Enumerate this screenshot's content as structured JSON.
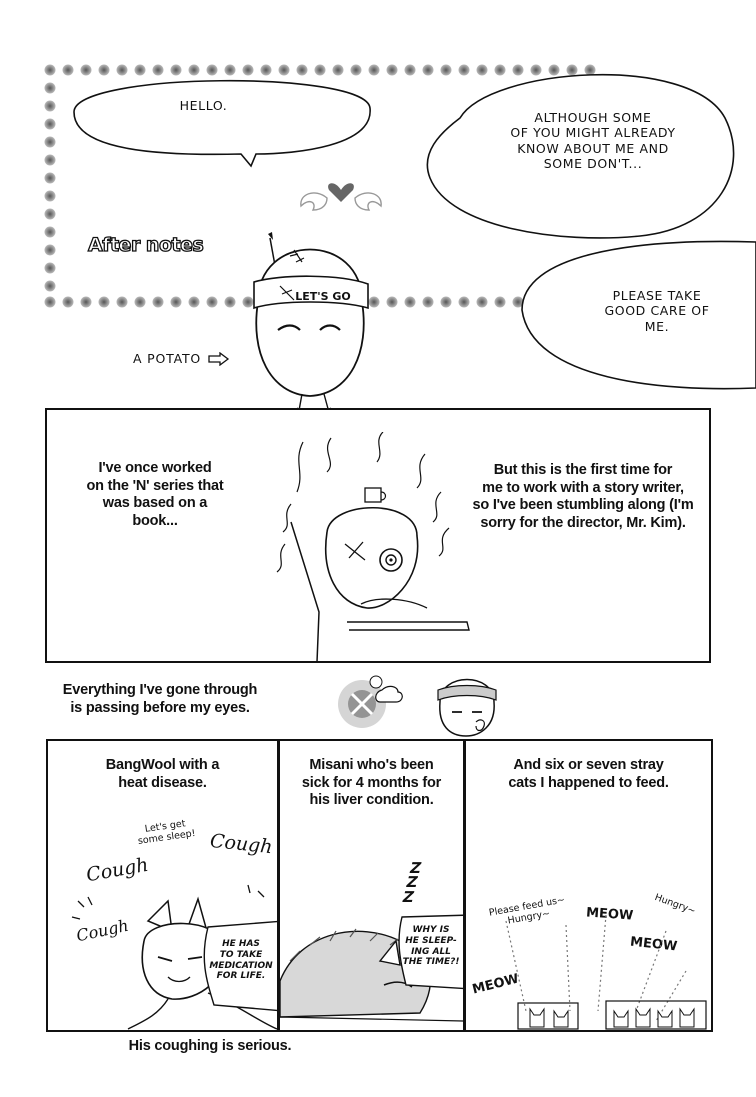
{
  "header": {
    "title": "After notes",
    "bubble_hello": "HELLO.",
    "bubble_although": "ALTHOUGH SOME\nOF YOU MIGHT ALREADY\nKNOW ABOUT ME AND\nSOME DON'T...",
    "bubble_please": "PLEASE TAKE\nGOOD CARE OF\nME.",
    "headband_text": "LET'S GO",
    "potato_label": "A POTATO"
  },
  "panel_work": {
    "left_text": "I've once worked\non the 'N' series that\nwas based on a\nbook...",
    "right_text": "But this is the first time for\nme to work with a story writer,\nso I've been stumbling along (I'm\nsorry for the director, Mr. Kim)."
  },
  "middle": {
    "caption": "Everything I've gone through\nis passing before my eyes."
  },
  "panel_bangwool": {
    "caption": "BangWool with a\nheat disease.",
    "speech": "Let's get\nsome sleep!",
    "sfx": [
      "Cough",
      "Cough",
      "Cough"
    ],
    "bubble": "HE HAS\nTO TAKE\nMEDICATION\nFOR LIFE."
  },
  "panel_misani": {
    "caption": "Misani who's been\nsick for 4 months for\nhis liver condition.",
    "zzz": "Z\nZ\nZ",
    "bubble": "WHY IS\nHE SLEEP-\nING ALL\nTHE TIME?!"
  },
  "panel_cats": {
    "caption": "And six or seven stray\ncats I happened to feed.",
    "speech_feed": "Please feed us~\nHungry~",
    "speech_hungry": "Hungry~",
    "meows": [
      "MEOW",
      "MEOW",
      "MEOW"
    ]
  },
  "footer": {
    "caption": "His coughing is serious."
  }
}
